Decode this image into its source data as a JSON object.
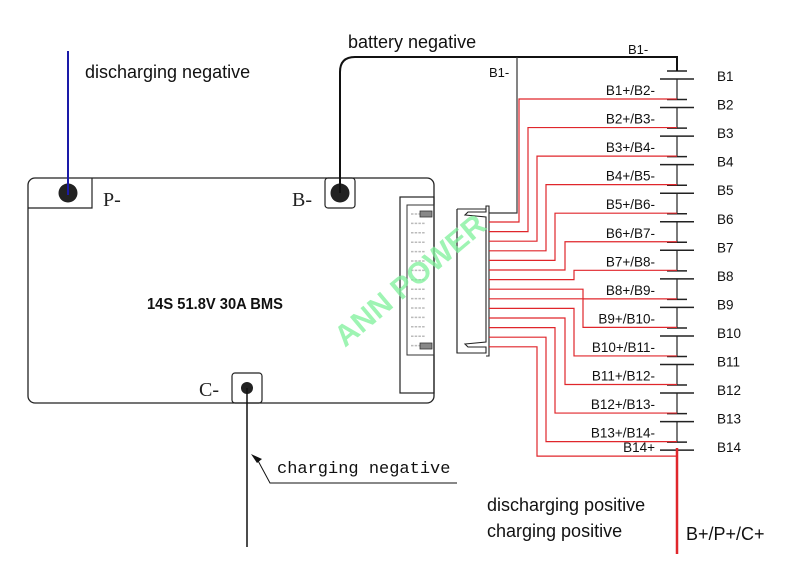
{
  "board": {
    "title": "14S 51.8V 30A BMS",
    "terminals": {
      "p": "P-",
      "b": "B-",
      "c": "C-"
    }
  },
  "labels": {
    "discharging_negative": "discharging negative",
    "battery_negative": "battery negative",
    "charging_negative": "charging negative",
    "discharging_positive": "discharging positive",
    "charging_positive": "charging positive",
    "main_positive": "B+/P+/C+",
    "b1_minus_top": "B1-",
    "b1_minus_wire": "B1-"
  },
  "watermark": "ANN POWER",
  "cells": [
    "B1",
    "B2",
    "B3",
    "B4",
    "B5",
    "B6",
    "B7",
    "B8",
    "B9",
    "B10",
    "B11",
    "B12",
    "B13",
    "B14"
  ],
  "taps": [
    "B1+/B2-",
    "B2+/B3-",
    "B3+/B4-",
    "B4+/B5-",
    "B5+/B6-",
    "B6+/B7-",
    "B7+/B8-",
    "B8+/B9-",
    "B9+/B10-",
    "B10+/B11-",
    "B11+/B12-",
    "B12+/B13-",
    "B13+/B14-",
    "B14+"
  ],
  "colors": {
    "wire_black": "#111111",
    "wire_red": "#e0262b",
    "wire_blue": "#1a1aa8",
    "watermark": "#7df09a"
  }
}
